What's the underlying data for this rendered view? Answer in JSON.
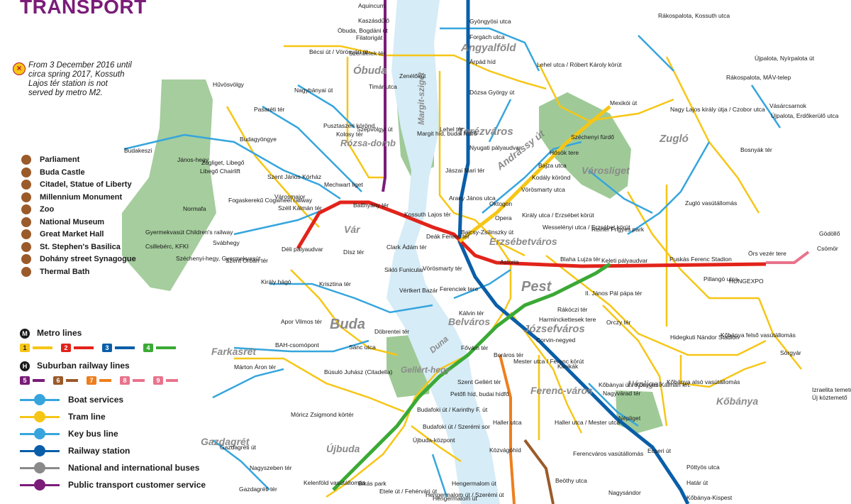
{
  "title": "TRANSPORT",
  "notice": {
    "icon": "no-entry-icon",
    "text": "From 3 December 2016 until circa spring 2017, Kossuth Lajos tér station is not served by metro M2."
  },
  "poi_legend": [
    {
      "icon": "parliament-icon",
      "label": "Parliament"
    },
    {
      "icon": "castle-icon",
      "label": "Buda Castle"
    },
    {
      "icon": "citadel-icon",
      "label": "Citadel, Statue of Liberty"
    },
    {
      "icon": "monument-icon",
      "label": "Millennium Monument"
    },
    {
      "icon": "zoo-icon",
      "label": "Zoo"
    },
    {
      "icon": "museum-icon",
      "label": "National Museum"
    },
    {
      "icon": "market-icon",
      "label": "Great Market Hall"
    },
    {
      "icon": "basilica-icon",
      "label": "St. Stephen's Basilica"
    },
    {
      "icon": "synagogue-icon",
      "label": "Dohány street Synagogue"
    },
    {
      "icon": "bath-icon",
      "label": "Thermal Bath"
    }
  ],
  "line_legend": {
    "metro_title": "Metro lines",
    "metro": [
      {
        "num": "1",
        "color": "#f6c616",
        "text_color": "#1a1a1a"
      },
      {
        "num": "2",
        "color": "#e2231a",
        "text_color": "#ffffff"
      },
      {
        "num": "3",
        "color": "#0a5ea8",
        "text_color": "#ffffff"
      },
      {
        "num": "4",
        "color": "#3aa935",
        "text_color": "#ffffff"
      }
    ],
    "suburban_title": "Suburban railway lines",
    "suburban": [
      {
        "num": "5",
        "color": "#7a1c78",
        "text_color": "#ffffff"
      },
      {
        "num": "6",
        "color": "#9b5a2a",
        "text_color": "#ffffff"
      },
      {
        "num": "7",
        "color": "#ee7e1e",
        "text_color": "#ffffff"
      },
      {
        "num": "8",
        "color": "#e9738c",
        "text_color": "#ffffff"
      },
      {
        "num": "9",
        "color": "#e9738c",
        "text_color": "#ffffff"
      }
    ],
    "items": [
      {
        "icon": "boat-icon",
        "label": "Boat services"
      },
      {
        "icon": "tram-icon",
        "label": "Tram line"
      },
      {
        "icon": "bus-icon",
        "label": "Key bus line"
      },
      {
        "icon": "railway-station-icon",
        "label": "Railway station"
      },
      {
        "icon": "coach-icon",
        "label": "National and international buses"
      },
      {
        "icon": "info-icon",
        "label": "Public transport customer service"
      }
    ]
  },
  "districts": [
    {
      "name": "Óbuda"
    },
    {
      "name": "Angyalföld"
    },
    {
      "name": "Terézváros"
    },
    {
      "name": "Zugló"
    },
    {
      "name": "Rózsa-domb"
    },
    {
      "name": "Margit-sziget"
    },
    {
      "name": "Városliget"
    },
    {
      "name": "Erzsébetváros"
    },
    {
      "name": "Vár"
    },
    {
      "name": "Pest"
    },
    {
      "name": "Buda"
    },
    {
      "name": "Belváros"
    },
    {
      "name": "Józsefváros"
    },
    {
      "name": "Farkasrét"
    },
    {
      "name": "Gellért-hegy"
    },
    {
      "name": "Ferenc-város"
    },
    {
      "name": "Népliget"
    },
    {
      "name": "Kőbánya"
    },
    {
      "name": "Gazdagrét"
    },
    {
      "name": "Újbuda"
    },
    {
      "name": "Andrássy út"
    },
    {
      "name": "Duna"
    }
  ],
  "stations": [
    "Aquincum",
    "Kaszásdűlő",
    "Óbuda, Bogdáni út",
    "Filatorigát",
    "Bécsi út / Vörösvári út",
    "Szentlélek tér",
    "Timár utca",
    "Zenélőkút",
    "Gyöngyösi utca",
    "Forgách utca",
    "Árpád híd",
    "Lehel utca / Róbert Károly körút",
    "Dózsa György út",
    "Lehel tér",
    "Nyugati pályaudvar",
    "Margit híd, budai hídfő",
    "Jászai Mari tér",
    "Szépvölgyi út",
    "Pusztaszeri körönd",
    "Kolosy tér",
    "Hűvösvölgy",
    "Nagybányai út",
    "Pasaréti tér",
    "Budagyöngye",
    "Budakeszi",
    "Zugliget, Libegő",
    "János-hegy",
    "Libegő Chairlift",
    "Gyermekvasút Children's railway",
    "Normafa",
    "Csillebérc, KFKI",
    "Széchenyi-hegy, Gyermekvasút",
    "Svábhegy",
    "Fogaskerekű Cogwheel railway",
    "Városmajor",
    "Szent János Kórház",
    "Mechwart liget",
    "Széll Kálmán tér",
    "Batthyány tér",
    "Kossuth Lajos tér",
    "Arany János utca",
    "Déli pályaudvar",
    "Szent Orbán tér",
    "Dísz tér",
    "Clark Ádám tér",
    "Sikló Funicular",
    "Vörösmarty tér",
    "Deák Ferenc tér",
    "Bajcsy-Zsilinszky út",
    "Opera",
    "Oktogon",
    "Vörösmarty utca",
    "Kodály körönd",
    "Bajza utca",
    "Hősök tere",
    "Széchenyi fürdő",
    "Mexikói út",
    "Rákospalota, Kossuth utca",
    "Újpalota, Nyírpalota út",
    "Rákospalota, MÁV-telep",
    "Vásárcsarnok",
    "Nagy Lajos király útja / Czobor utca",
    "Újpalota, Erdőkerülő utca",
    "Bosnyák tér",
    "Zugló vasútállomás",
    "Reiner Frigyes park",
    "Király utca / Erzsébet körút",
    "Wesselényi utca / Erzsébet körút",
    "Blaha Lujza tér",
    "Keleti pályaudvar",
    "Puskás Ferenc Stadion",
    "Pillangó utca",
    "Örs vezér tere",
    "Gödöllő",
    "Csömör",
    "HUNGEXPO",
    "Astoria",
    "Ferenciek tere",
    "Kálvin tér",
    "Rákóczi tér",
    "II. János Pál pápa tér",
    "Harminckettesek tere",
    "Orczy tér",
    "Corvin-negyed",
    "Klinikák",
    "Hidegkuti Nándor Stadion",
    "Kőbánya felső vasútállomás",
    "Sörgyár",
    "Király hágó",
    "Krisztina tér",
    "Apor Vilmos tér",
    "Vértkert Bazár",
    "Döbrentei tér",
    "Sánc utca",
    "BAH-csomópont",
    "Márton Áron tér",
    "Fővám tér",
    "Boráros tér",
    "Mester utca / Ferenc körút",
    "Nagyvárad tér",
    "Kőbányai út / Könyves Kálmán krt.",
    "Kőbánya alsó vasútállomás",
    "Izraelita temető",
    "Új köztemető",
    "Búsuló Juhász (Citadella)",
    "Szent Gellért tér",
    "Petőfi híd, budai hídfő",
    "Budafoki út / Karinthy F. út",
    "Móricz Zsigmond körtér",
    "Budafoki út / Szerémi sor",
    "Haller utca",
    "Haller utca / Mester utca",
    "Népliget",
    "Újbuda-központ",
    "Közvágóhíd",
    "Ferencváros vasútállomás",
    "Ecseri út",
    "Pöttyös utca",
    "Határ út",
    "Kőbánya-Kispest",
    "Beöthy utca",
    "Nagysándor",
    "Gazdagréti tér",
    "Nagyszeben tér",
    "Gazdagréti út",
    "Kelenföld vasútállomás",
    "Bikás park",
    "Etele út / Fehérvári út",
    "Hengermalom út",
    "Hengermalom út / Szerémi út",
    "Hengermalom út"
  ]
}
